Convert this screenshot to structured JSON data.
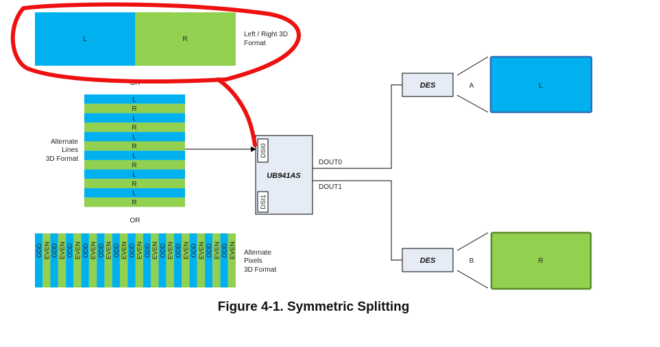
{
  "colors": {
    "left_blue": "#00b0ef",
    "right_green": "#92d050",
    "chip_fill": "#e6ecf5",
    "stroke": "#000000",
    "annotation_red": "#ee1111"
  },
  "lr_format": {
    "left": "L",
    "right": "R",
    "caption_line1": "Left / Right 3D",
    "caption_line2": "Format"
  },
  "or_top": "OR",
  "or_mid": "OR",
  "lines_format": {
    "rows": [
      "L",
      "R",
      "L",
      "R",
      "L",
      "R",
      "L",
      "R",
      "L",
      "R",
      "L",
      "R"
    ],
    "caption": [
      "Alternate",
      "Lines",
      "3D Format"
    ]
  },
  "pixels_format": {
    "columns": [
      "ODD",
      "EVEN",
      "ODD",
      "EVEN",
      "ODD",
      "EVEN",
      "ODD",
      "EVEN",
      "ODD",
      "EVEN",
      "ODD",
      "EVEN",
      "ODD",
      "EVEN",
      "ODD",
      "EVEN",
      "ODD",
      "EVEN",
      "ODD",
      "EVEN",
      "ODD",
      "EVEN",
      "ODD",
      "EVEN",
      "ODD",
      "EVEN"
    ],
    "caption": [
      "Alternate",
      "Pixels",
      "3D Format"
    ]
  },
  "chip": {
    "name": "UB941AS",
    "port0": "DSI0",
    "port1": "DSI1"
  },
  "outputs": {
    "dout0": "DOUT0",
    "dout1": "DOUT1"
  },
  "deserializers": [
    {
      "label": "DES",
      "channel": "A",
      "display": "L"
    },
    {
      "label": "DES",
      "channel": "B",
      "display": "R"
    }
  ],
  "caption": "Figure 4-1. Symmetric Splitting"
}
